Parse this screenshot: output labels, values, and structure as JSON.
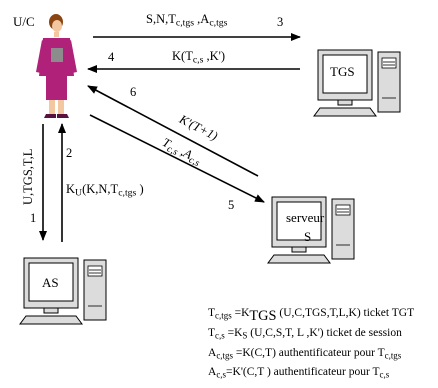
{
  "actors": {
    "user": "U/C",
    "tgs": "TGS",
    "as": "AS",
    "server_line1": "serveur",
    "server_line2": "S"
  },
  "arrows": {
    "a1": {
      "num": "1",
      "label": "U,TGS,T,L"
    },
    "a2": {
      "num": "2",
      "pre": "K",
      "sub": "U",
      "mid": "(K,N,T",
      "sub2": "c,tgs",
      "post": " )"
    },
    "a3": {
      "num": "3",
      "p1": "S,N,T",
      "s1": "c,tgs",
      "p2": " ,A",
      "s2": "c,tgs"
    },
    "a4": {
      "num": "4",
      "p1": "K(T",
      "s1": "c,s",
      "p2": " ,K')"
    },
    "a5": {
      "num": "5",
      "p1": "T",
      "s1": "c,s",
      "p2": " ,A",
      "s2": "c,s"
    },
    "a6": {
      "num": "6",
      "label": "K'(T+1)"
    }
  },
  "legend": [
    {
      "a": "T",
      "as": "c,tgs",
      "b": " =K",
      "bs": "TGS",
      "c": " (U,C,TGS,T,L,K) ticket TGT"
    },
    {
      "a": "T",
      "as": "c,s",
      "b": " =K",
      "bs": "S",
      "c": " (U,C,S,T,  L ,K') ticket de session"
    },
    {
      "a": "A",
      "as": "c,tgs",
      "b": " =K(C,T) authentificateur pour T",
      "bs": "c,tgs",
      "c": ""
    },
    {
      "a": "A",
      "as": "c,s",
      "b": "=K'(C,T ) authentificateur pour T",
      "bs": "c,s",
      "c": ""
    }
  ]
}
